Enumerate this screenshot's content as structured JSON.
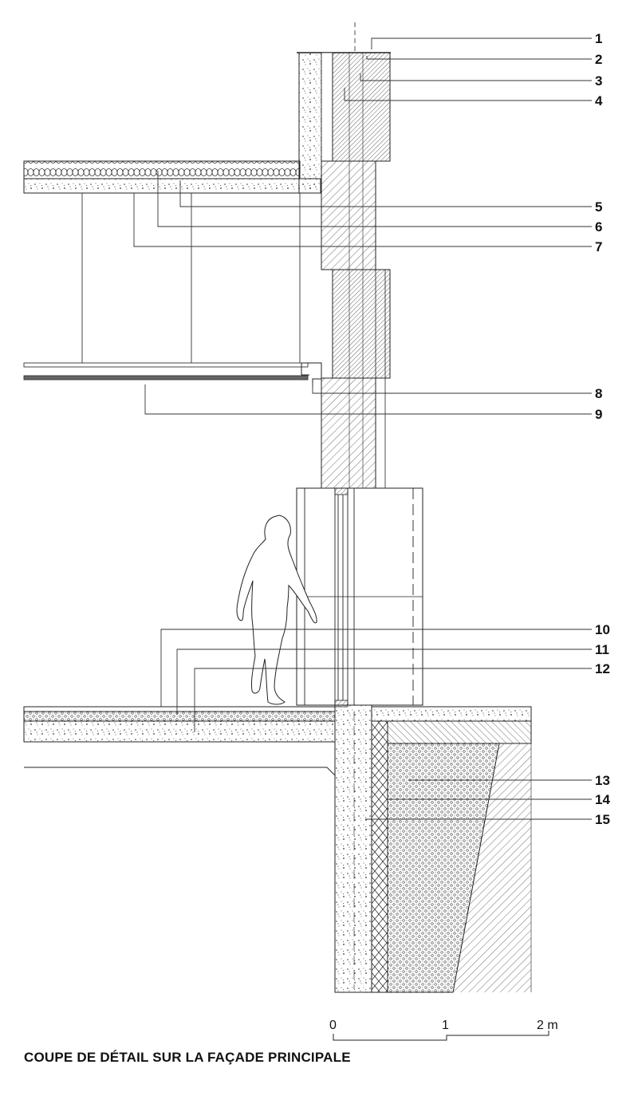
{
  "caption": "COUPE DE DÉTAIL SUR LA FAÇADE PRINCIPALE",
  "callouts": [
    "1",
    "2",
    "3",
    "4",
    "5",
    "6",
    "7",
    "8",
    "9",
    "10",
    "11",
    "12",
    "13",
    "14",
    "15"
  ],
  "scale": {
    "labels": [
      "0",
      "1",
      "2 m"
    ]
  }
}
